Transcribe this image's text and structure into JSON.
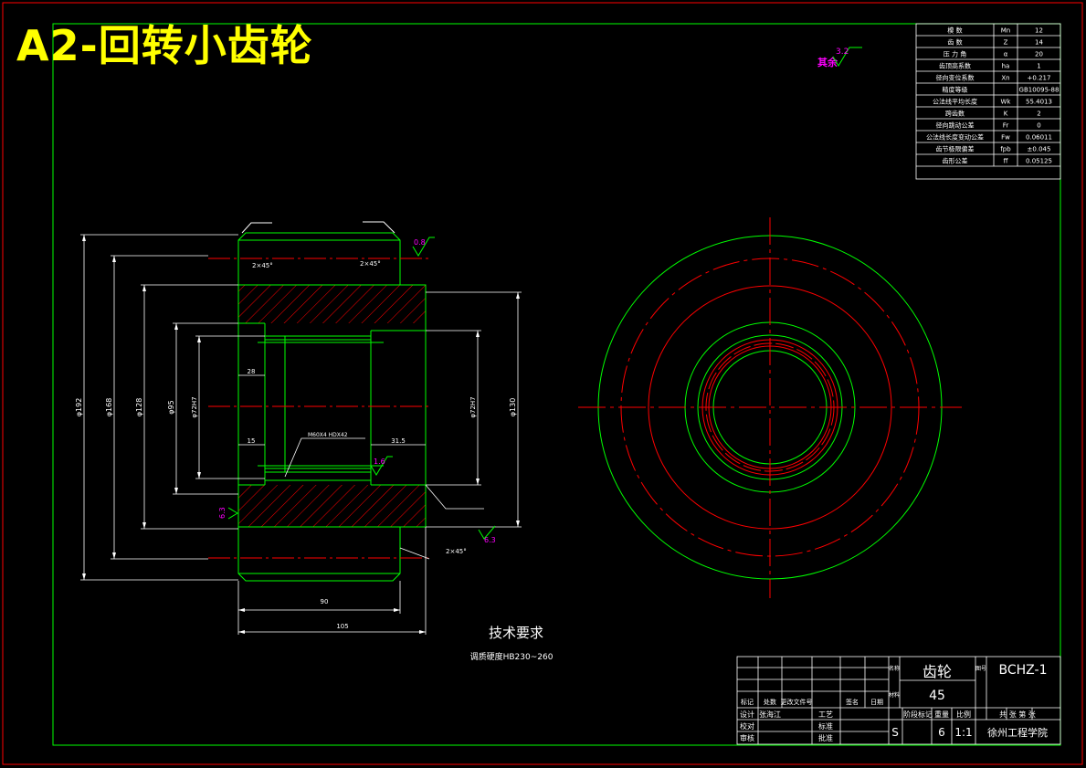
{
  "title": "A2-回转小齿轮",
  "colors": {
    "frame": "#ff0000",
    "border": "#00ff00",
    "text": "#ffffff",
    "title": "#ffff00",
    "dim": "#ffffff",
    "center": "#ff0000",
    "rough": "#ff00ff"
  },
  "params": [
    {
      "name": "模 数",
      "sym": "Mn",
      "val": "12"
    },
    {
      "name": "齿 数",
      "sym": "Z",
      "val": "14"
    },
    {
      "name": "压 力 角",
      "sym": "α",
      "val": "20"
    },
    {
      "name": "齿顶高系数",
      "sym": "ha",
      "val": "1"
    },
    {
      "name": "径向变位系数",
      "sym": "Xn",
      "val": "+0.217"
    },
    {
      "name": "精度等级",
      "sym": "",
      "val": "GB10095-88"
    },
    {
      "name": "公法线平均长度",
      "sym": "Wk",
      "val": "55.4013"
    },
    {
      "name": "跨齿数",
      "sym": "K",
      "val": "2"
    },
    {
      "name": "径向跳动公差",
      "sym": "Fr",
      "val": "0"
    },
    {
      "name": "公法线长度变动公差",
      "sym": "Fw",
      "val": "0.06011"
    },
    {
      "name": "齿节极限偏差",
      "sym": "fpb",
      "val": "±0.045"
    },
    {
      "name": "齿形公差",
      "sym": "ff",
      "val": "0.05125"
    }
  ],
  "rough": {
    "other_label": "其余",
    "other_val": "3.2",
    "top": "0.8",
    "mid": "1.6",
    "left": "6.3",
    "bottom": "6.3"
  },
  "dims": {
    "d1": "φ192",
    "d2": "φ168",
    "d3": "φ128",
    "d4": "φ95",
    "d5": "φ72H7",
    "d6": "φ72H7",
    "d7": "φ130",
    "l28": "28",
    "l15": "15",
    "l315": "31.5",
    "l90": "90",
    "l105": "105",
    "ch_top_left": "2×45°",
    "ch_top_right": "2×45°",
    "ch_bottom": "2×45°",
    "thread": "M60X4 HDX42"
  },
  "tech": {
    "heading": "技术要求",
    "line1": "调质硬度HB230~260"
  },
  "titleblock": {
    "part_name": "齿轮",
    "material": "45",
    "drawing_no": "BCHZ-1",
    "h_material": "材料",
    "h_name": "名称",
    "h_no": "图号",
    "row_labels": [
      "标记",
      "处数",
      "更改文件号",
      "签名",
      "日期"
    ],
    "designer_label": "设计",
    "designer": "张海江",
    "craft": "工艺",
    "check_label": "校对",
    "std_label": "标准",
    "audit_label": "审核",
    "approve_label": "批准",
    "stage_label": "阶段标记",
    "weight_label": "重量",
    "scale_label": "比例",
    "stage": "S",
    "weight": "6",
    "scale": "1:1",
    "sheets": "共 张 第 张",
    "school": "徐州工程学院"
  }
}
